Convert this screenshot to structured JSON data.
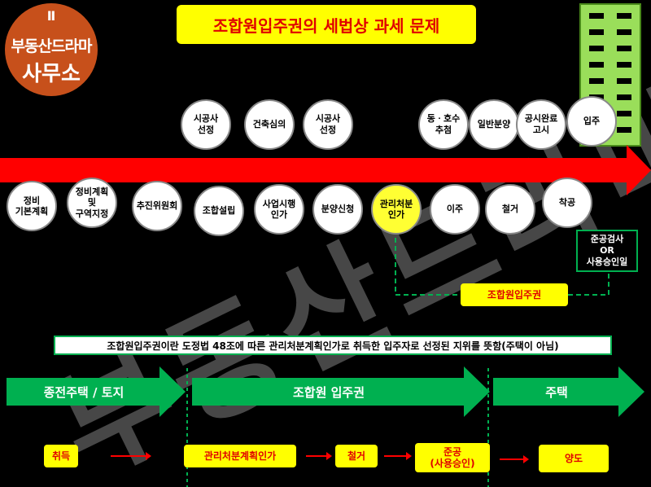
{
  "logo": {
    "top": "Ⅱ",
    "line1": "부동산드라마",
    "line2": "사무소"
  },
  "title": "조합원입주권의 세법상 과세 문제",
  "timeline": [
    {
      "label": "정비\n기본계획"
    },
    {
      "label": "정비계획\n및\n구역지정"
    },
    {
      "label": "추진위원회"
    },
    {
      "label": "조합설립"
    },
    {
      "label": "사업시행\n인가"
    },
    {
      "label": "분양신청"
    },
    {
      "label": "관리처분\n인가"
    },
    {
      "label": "이주"
    },
    {
      "label": "철거"
    },
    {
      "label": "착공"
    }
  ],
  "bubbles": [
    {
      "label": "시공사\n선정"
    },
    {
      "label": "건축심의"
    },
    {
      "label": "시공사\n선정"
    },
    {
      "label": "동ㆍ호수\n추첨"
    },
    {
      "label": "일반분양"
    },
    {
      "label": "공시완료\n고시"
    },
    {
      "label": "입주"
    }
  ],
  "completion_box": "준공검사\nOR\n사용승인일",
  "right_label": "조합원입주권",
  "definition": "조합원입주권이란 도정법 48조에 따른 관리처분계획인가로 취득한 입주자로 선정된 지위를 뜻함(주택이 아님)",
  "phases": [
    "종전주택 / 토지",
    "조합원 입주권",
    "주택"
  ],
  "steps": [
    "취득",
    "관리처분계획인가",
    "철거",
    "준공\n(사용승인)",
    "양도"
  ],
  "watermark": "부동산드라마",
  "colors": {
    "accent": "#ff0000",
    "highlight": "#ffff00",
    "phase": "#00b050"
  }
}
